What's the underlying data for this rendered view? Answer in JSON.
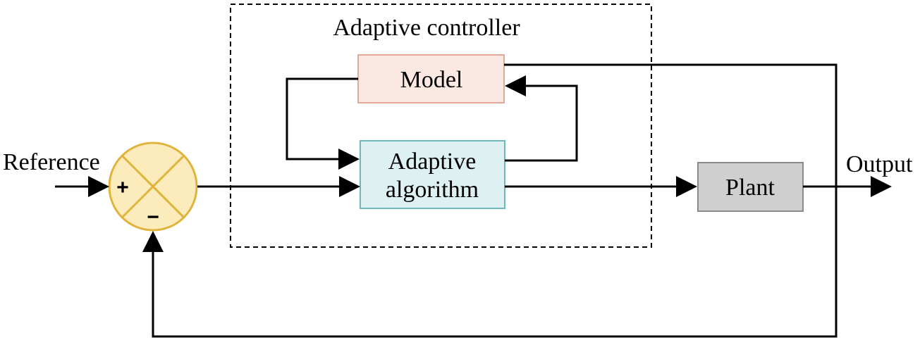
{
  "diagram": {
    "container_label": "Adaptive controller",
    "blocks": {
      "model": {
        "label": "Model"
      },
      "adaptive_algorithm": {
        "line1": "Adaptive",
        "line2": "algorithm"
      },
      "plant": {
        "label": "Plant"
      }
    },
    "summing_junction": {
      "plus_sign": "+",
      "minus_sign": "−"
    },
    "signals": {
      "input": "Reference",
      "output": "Output"
    }
  },
  "colors": {
    "model_fill": "#FCE8E2",
    "model_stroke": "#E4A897",
    "adaptive_fill": "#DDF0F2",
    "adaptive_stroke": "#6FB8C0",
    "plant_fill": "#CFCFCF",
    "plant_stroke": "#8A8A8A",
    "junction_fill": "#FCEBBB",
    "junction_stroke": "#E0B43C"
  }
}
